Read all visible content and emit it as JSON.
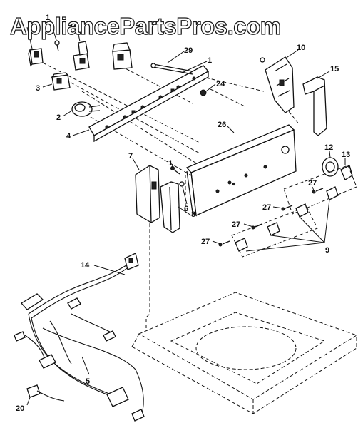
{
  "watermark": {
    "text": "AppliancePartsPros.com"
  },
  "callouts": [
    {
      "id": "c1a",
      "text": "1"
    },
    {
      "id": "c1b",
      "text": "1"
    },
    {
      "id": "c8a",
      "text": "8"
    },
    {
      "id": "c29",
      "text": "29"
    },
    {
      "id": "c1c",
      "text": "1"
    },
    {
      "id": "c10",
      "text": "10"
    },
    {
      "id": "c15",
      "text": "15"
    },
    {
      "id": "c3",
      "text": "3"
    },
    {
      "id": "c24",
      "text": "24"
    },
    {
      "id": "c2",
      "text": "2"
    },
    {
      "id": "c26",
      "text": "26"
    },
    {
      "id": "c4",
      "text": "4"
    },
    {
      "id": "c12",
      "text": "12"
    },
    {
      "id": "c13",
      "text": "13"
    },
    {
      "id": "c7",
      "text": "7"
    },
    {
      "id": "c1d",
      "text": "1"
    },
    {
      "id": "c27a",
      "text": "27"
    },
    {
      "id": "c6",
      "text": "6"
    },
    {
      "id": "c27b",
      "text": "27"
    },
    {
      "id": "c8b",
      "text": "8"
    },
    {
      "id": "c27c",
      "text": "27"
    },
    {
      "id": "c27d",
      "text": "27"
    },
    {
      "id": "c9",
      "text": "9"
    },
    {
      "id": "c14",
      "text": "14"
    },
    {
      "id": "c5",
      "text": "5"
    },
    {
      "id": "c20",
      "text": "20"
    }
  ]
}
